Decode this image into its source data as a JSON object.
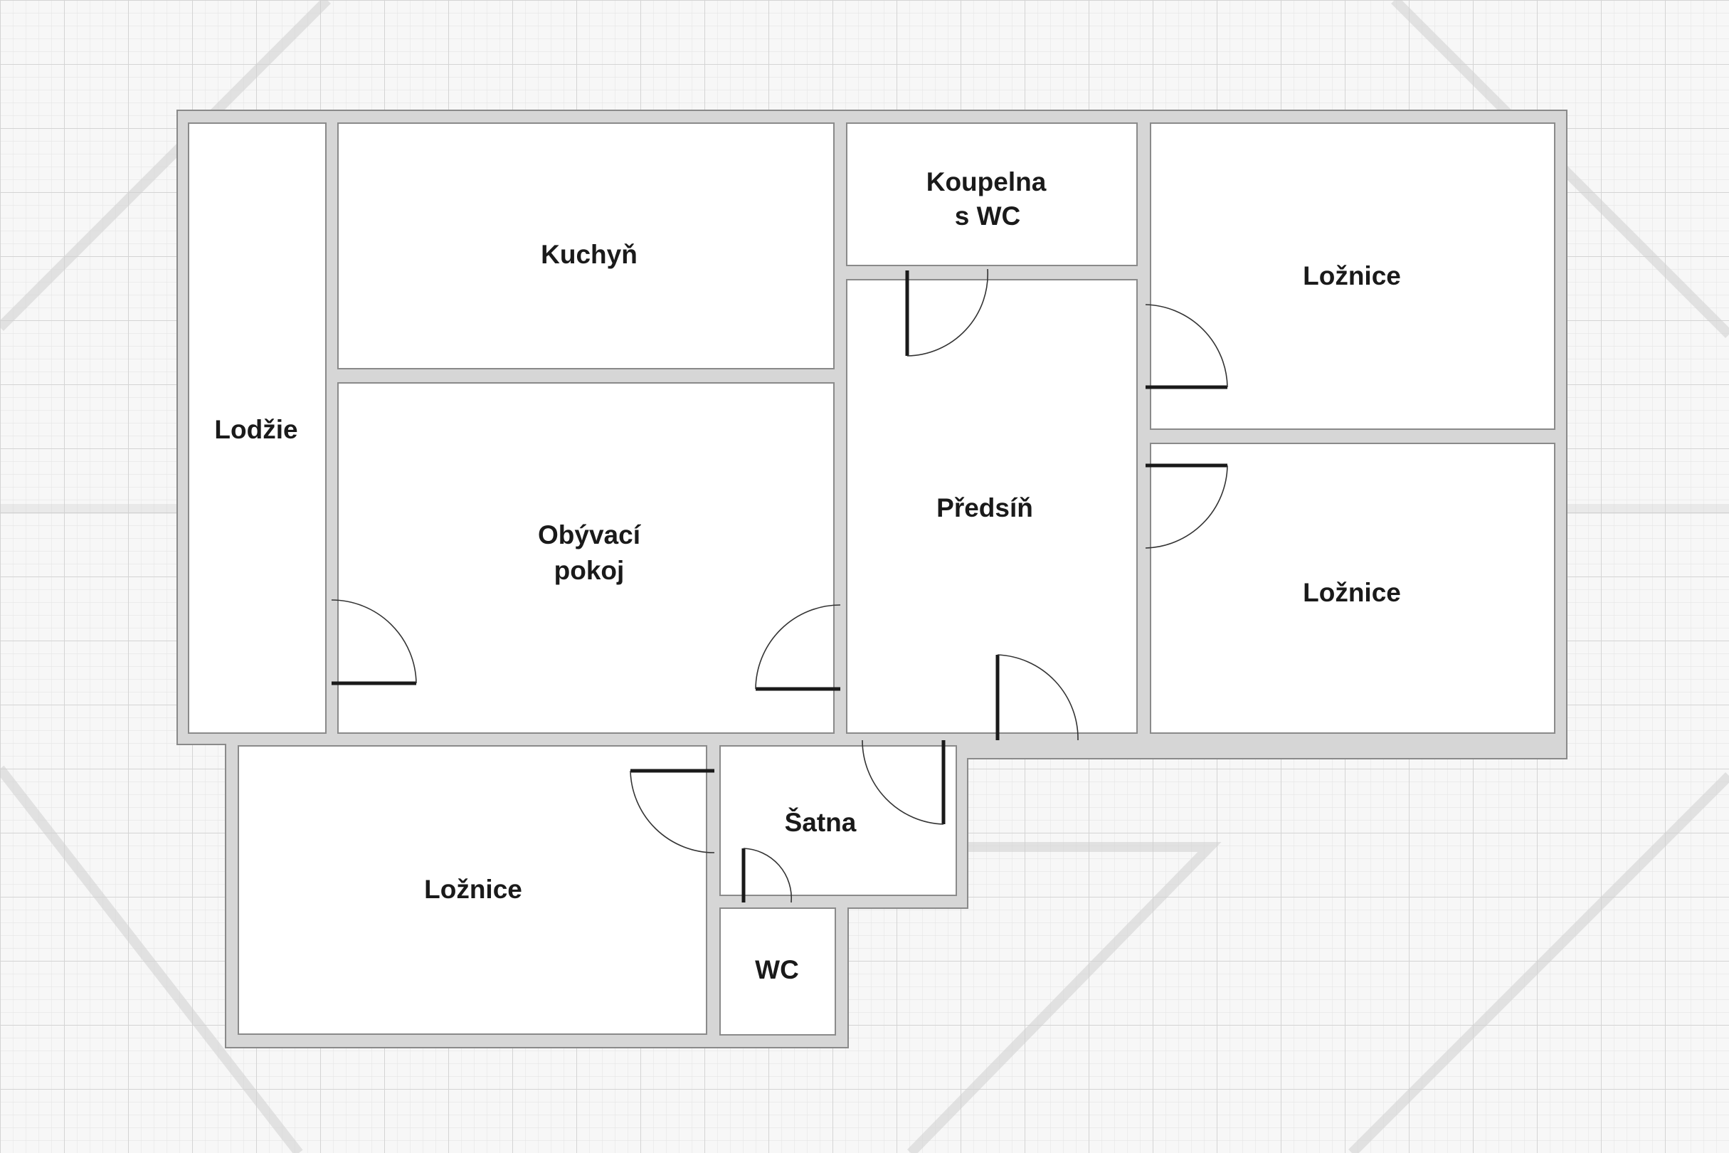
{
  "rooms": {
    "lodzie": "Lodžie",
    "kuchyn": "Kuchyň",
    "koupelna_line1": "Koupelna",
    "koupelna_line2": "s WC",
    "loznice_top": "Ložnice",
    "loznice_mid": "Ložnice",
    "obyvaci_line1": "Obývací",
    "obyvaci_line2": "pokoj",
    "predsin": "Předsíň",
    "satna": "Šatna",
    "loznice_bottom": "Ložnice",
    "wc": "WC"
  },
  "colors": {
    "background": "#f7f7f7",
    "grid_minor": "#e6e6e6",
    "grid_major": "#d4d4d4",
    "wall": "#d6d6d6",
    "floor": "#ffffff",
    "text": "#1a1a1a"
  }
}
